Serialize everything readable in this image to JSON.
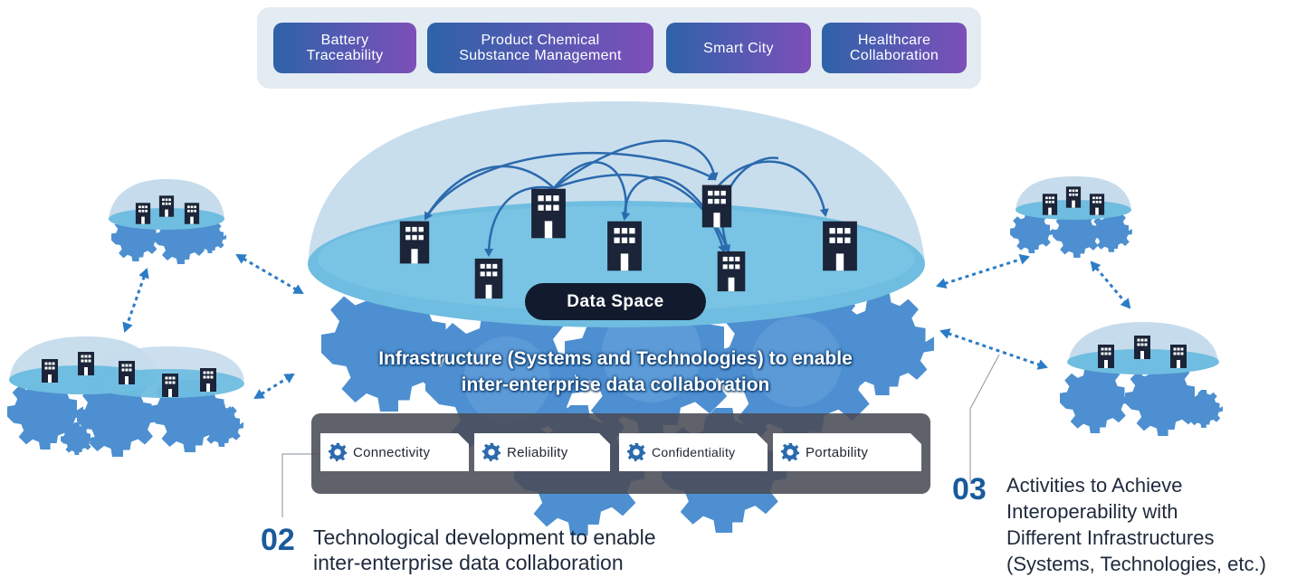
{
  "use_cases": [
    {
      "label": "Battery\nTraceability"
    },
    {
      "label": "Product Chemical\nSubstance Management"
    },
    {
      "label": "Smart City"
    },
    {
      "label": "Healthcare\nCollaboration"
    }
  ],
  "data_space_label": "Data Space",
  "infrastructure": {
    "line1": "Infrastructure (Systems and Technologies) to enable",
    "line2": "inter-enterprise data collaboration"
  },
  "technologies": [
    {
      "label": "Connectivity",
      "icon": "gear-icon"
    },
    {
      "label": "Reliability",
      "icon": "gear-icon"
    },
    {
      "label": "Confidentiality",
      "icon": "gear-icon"
    },
    {
      "label": "Portability",
      "icon": "gear-icon"
    }
  ],
  "caption_02": {
    "number": "02",
    "line1": "Technological development to enable",
    "line2": "inter-enterprise data collaboration"
  },
  "caption_03": {
    "number": "03",
    "line1": "Activities to Achieve",
    "line2": "Interoperability with",
    "line3": "Different Infrastructures",
    "line4": "(Systems, Technologies, etc.)"
  },
  "colors": {
    "pill_gradient_start": "#2e63a8",
    "pill_gradient_end": "#7d4fb8",
    "dome": "#c6dcec",
    "dome_floor": "#6fbde0",
    "gear": "#4d8fd0",
    "building": "#1b2438",
    "arrow": "#2b6aad",
    "number_accent": "#1a5a9c"
  }
}
